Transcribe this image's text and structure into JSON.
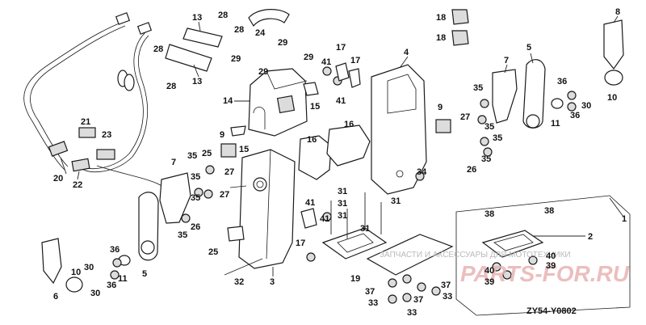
{
  "diagram": {
    "code": "ZY54-Y0802",
    "watermark_text": "ЗАПЧАСТИ И АКСЕССУАРЫ ДЛЯ МОТОТЕХНИКИ",
    "watermark_logo": "PARTS-FOR.RU",
    "labels": {
      "l1": "1",
      "l2": "2",
      "l3": "3",
      "l4": "4",
      "l5a": "5",
      "l5b": "5",
      "l6": "6",
      "l7a": "7",
      "l7b": "7",
      "l8": "8",
      "l9a": "9",
      "l9b": "9",
      "l10a": "10",
      "l10b": "10",
      "l11a": "11",
      "l11b": "11",
      "l13a": "13",
      "l13b": "13",
      "l14": "14",
      "l15a": "15",
      "l15b": "15",
      "l16a": "16",
      "l16b": "16",
      "l17a": "17",
      "l17b": "17",
      "l17c": "17",
      "l18a": "18",
      "l18b": "18",
      "l19": "19",
      "l20": "20",
      "l21": "21",
      "l22": "22",
      "l23": "23",
      "l24": "24",
      "l25a": "25",
      "l25b": "25",
      "l26a": "26",
      "l26b": "26",
      "l27a": "27",
      "l27b": "27",
      "l27c": "27",
      "l28a": "28",
      "l28b": "28",
      "l28c": "28",
      "l28d": "28",
      "l29a": "29",
      "l29b": "29",
      "l29c": "29",
      "l29d": "29",
      "l30a": "30",
      "l30b": "30",
      "l30c": "30",
      "l31a": "31",
      "l31b": "31",
      "l31c": "31",
      "l31d": "31",
      "l31e": "31",
      "l32": "32",
      "l33a": "33",
      "l33b": "33",
      "l33c": "33",
      "l34": "34",
      "l35a": "35",
      "l35b": "35",
      "l35c": "35",
      "l35d": "35",
      "l35e": "35",
      "l35f": "35",
      "l35g": "35",
      "l35h": "35",
      "l36a": "36",
      "l36b": "36",
      "l36c": "36",
      "l36d": "36",
      "l37a": "37",
      "l37b": "37",
      "l37c": "37",
      "l38a": "38",
      "l38b": "38",
      "l39a": "39",
      "l39b": "39",
      "l40a": "40",
      "l40b": "40",
      "l41a": "41",
      "l41b": "41",
      "l41c": "41",
      "l41d": "41"
    }
  }
}
